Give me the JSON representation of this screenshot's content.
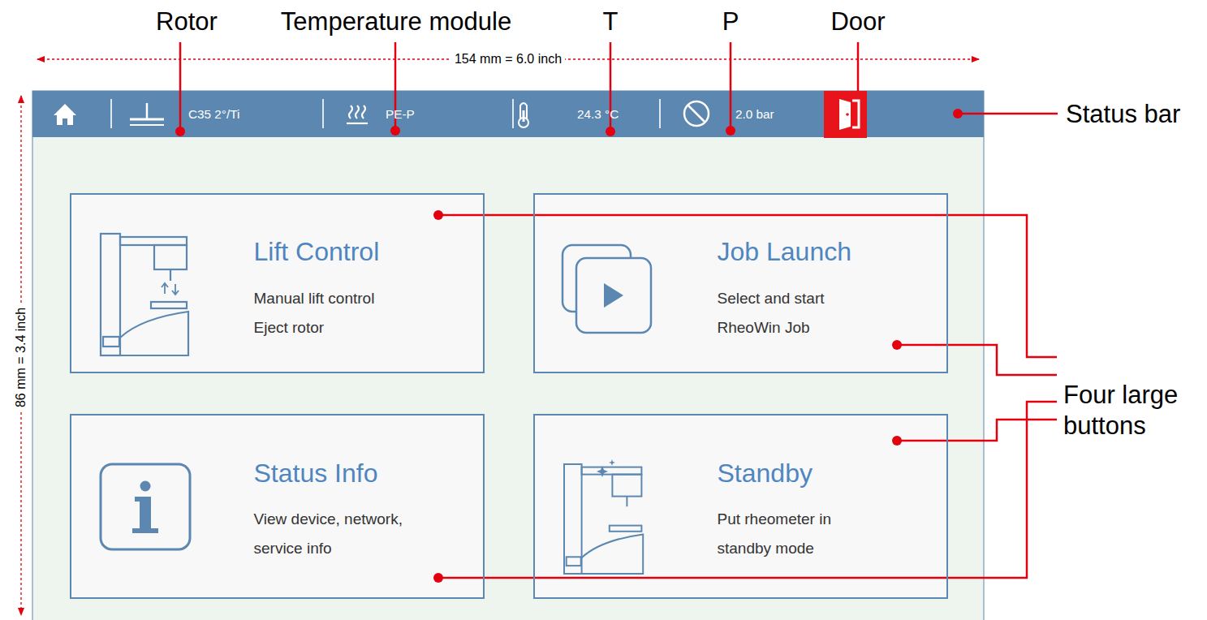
{
  "diagram": {
    "nodes": [
      {
        "text": [
          "C35 2°/Ti",
          "PE-P",
          "24.3 °C",
          "2.0 bar"
        ]
      },
      {
        "text": [
          "Lift Control",
          "Manual lift control Eject rotor"
        ]
      },
      {
        "text": [
          "Job Launch",
          "Select and start RheoWin Job"
        ]
      },
      {
        "text": [
          "Status Info",
          "View device, network, service info"
        ]
      },
      {
        "text": [
          "Standby",
          "Put rheometer in standby mode"
        ]
      }
    ],
    "labels": [
      "Rotor",
      "Temperature module",
      "T",
      "P",
      "Door",
      "154 mm = 6.0 inch",
      "86 mm = 3.4 inch",
      "Status bar",
      "Four large buttons"
    ]
  }
}
